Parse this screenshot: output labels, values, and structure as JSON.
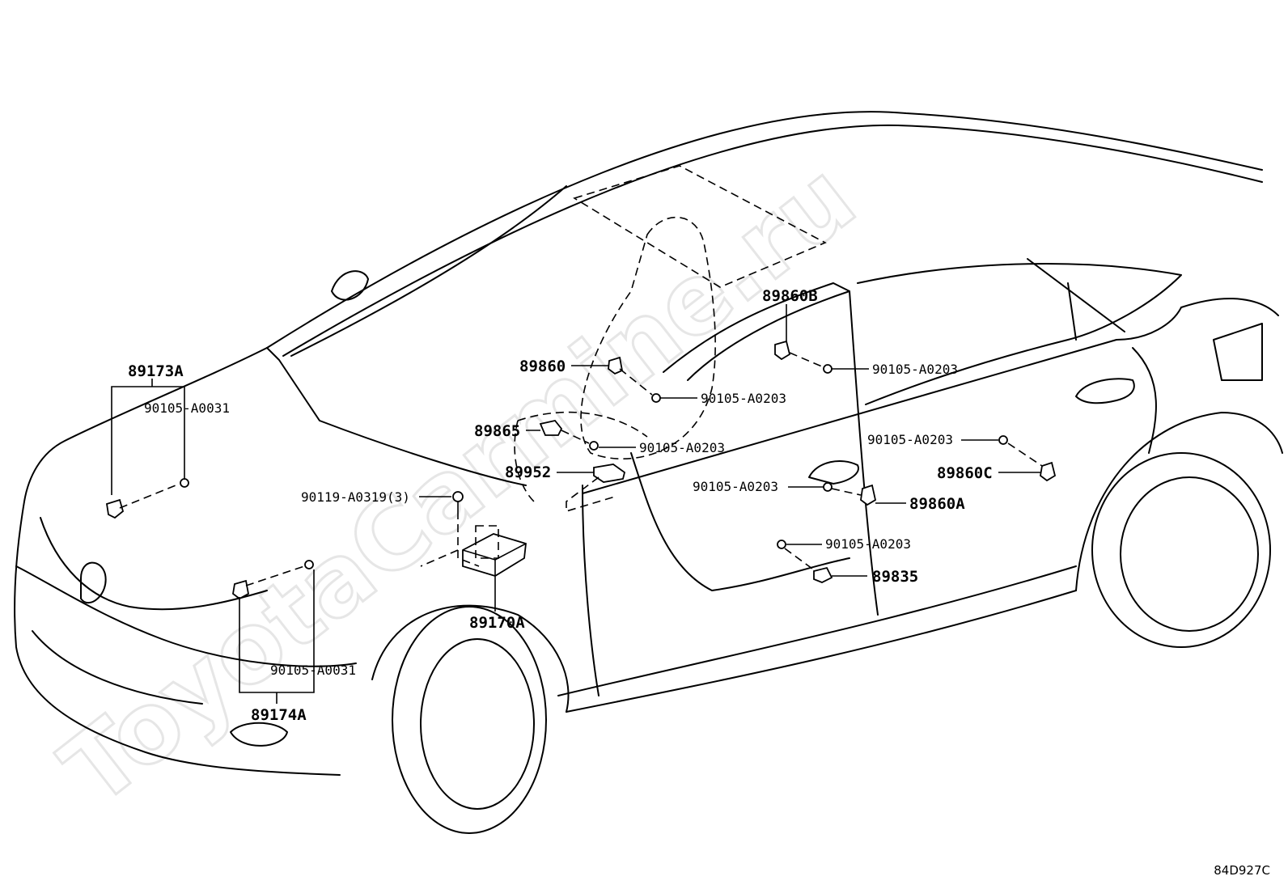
{
  "watermark": "ToyotaCarmine.ru",
  "drawing_id": "84D927C",
  "labels": {
    "p89173A": "89173A",
    "p90105_A0031_top": "90105-A0031",
    "p90119": "90119-A0319(3)",
    "p90105_A0031_bottom": "90105-A0031",
    "p89174A": "89174A",
    "p89170A": "89170A",
    "p89952": "89952",
    "p89865": "89865",
    "p89860": "89860",
    "p90105_A0203_a": "90105-A0203",
    "p90105_A0203_b": "90105-A0203",
    "p89860B": "89860B",
    "p90105_A0203_c": "90105-A0203",
    "p90105_A0203_d": "90105-A0203",
    "p89860C": "89860C",
    "p90105_A0203_e": "90105-A0203",
    "p89860A": "89860A",
    "p90105_A0203_f": "90105-A0203",
    "p89835": "89835"
  }
}
